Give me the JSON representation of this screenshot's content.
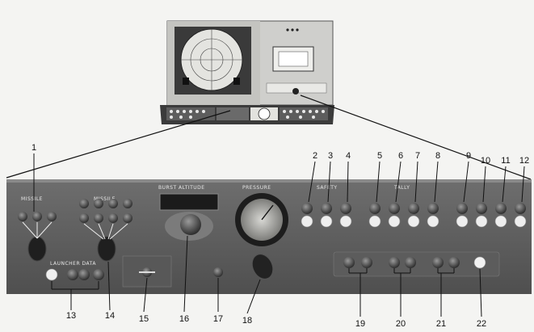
{
  "figure": {
    "console_labels": {
      "missile": "MISSILE",
      "launcher_data": "LAUNCHER DATA",
      "burst_altitude": "BURST ALTITUDE",
      "pressure": "PRESSURE",
      "safety": "SAFETY",
      "tally": "TALLY"
    },
    "callouts": [
      "1",
      "2",
      "3",
      "4",
      "5",
      "6",
      "7",
      "8",
      "9",
      "10",
      "11",
      "12",
      "13",
      "14",
      "15",
      "16",
      "17",
      "18",
      "19",
      "20",
      "21",
      "22"
    ]
  }
}
